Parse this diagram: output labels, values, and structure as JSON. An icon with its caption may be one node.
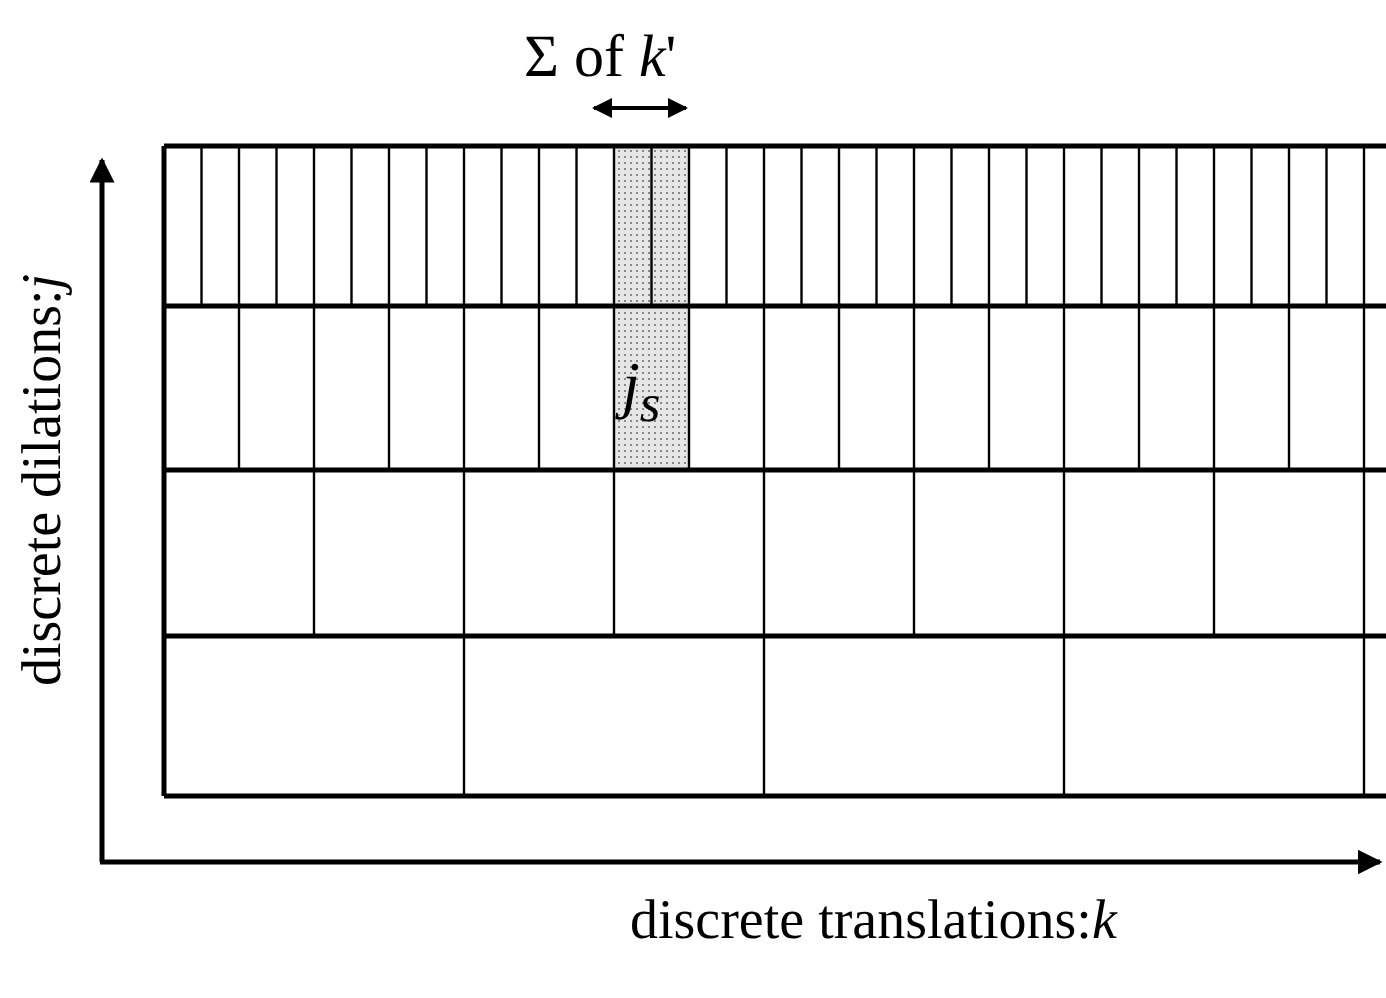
{
  "diagram": {
    "labels": [
      "Σ of *k*'",
      "j$_{s}$",
      "discrete dilations:*j*",
      "discrete translations:*k*"
    ]
  }
}
